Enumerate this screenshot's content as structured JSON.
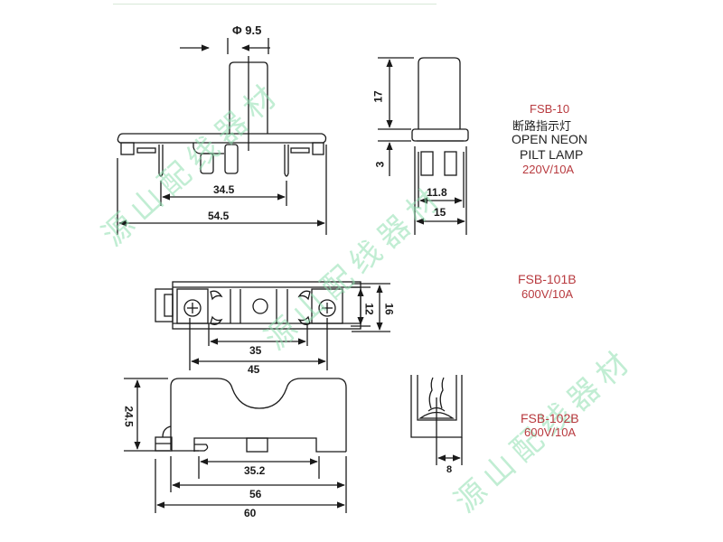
{
  "watermarks": [
    "源山配线器材",
    "源山配线器材",
    "源山配线器材"
  ],
  "fsb10": {
    "model": "FSB-10",
    "name_cn": "断路指示灯",
    "name_en_1": "OPEN NEON",
    "name_en_2": "PILT LAMP",
    "rating": "220V/10A",
    "dims": {
      "diameter": "Φ 9.5",
      "pin_span": "34.5",
      "overall": "54.5",
      "height": "17",
      "base": "3",
      "inner_width": "11.8",
      "outer_width": "15"
    }
  },
  "fsb101b": {
    "model": "FSB-101B",
    "rating": "600V/10A",
    "dims": {
      "clip_span": "35",
      "screw_span": "45",
      "inner_height": "12",
      "outer_height": "16"
    }
  },
  "fsb102b": {
    "model": "FSB-102B",
    "rating": "600V/10A",
    "dims": {
      "height": "24.5",
      "rail_span": "35.2",
      "body_length": "56",
      "overall": "60",
      "clip_offset": "8"
    }
  },
  "colors": {
    "line": "#1a1a1a",
    "label_red": "#b83a3f",
    "watermark": "#8fe0b0"
  }
}
